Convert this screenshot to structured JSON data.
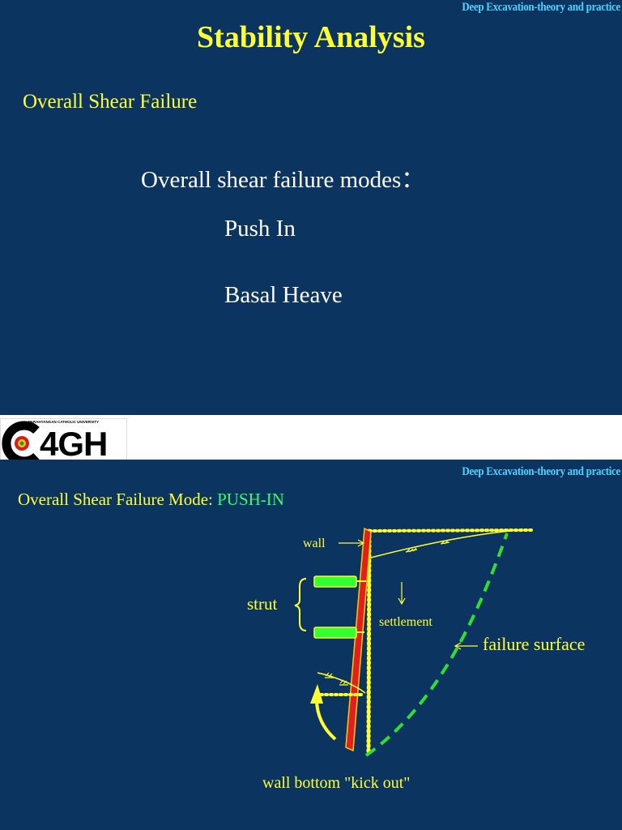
{
  "header": {
    "tag": "Deep Excavation-theory and practice"
  },
  "slide1": {
    "title": "Stability Analysis",
    "subtitle": "Overall Shear Failure",
    "modes_heading": "Overall shear failure modes：",
    "modes": [
      "Push In",
      "Basal Heave"
    ]
  },
  "logo": {
    "text": "4GH",
    "caption": "PARAHYANGAN CATHOLIC UNIVERSITY"
  },
  "slide2": {
    "mode_label": "Overall Shear Failure Mode: ",
    "mode_value": "PUSH-IN",
    "diagram": {
      "wall": "wall",
      "strut": "strut",
      "settlement": "settlement",
      "failure_surface": "failure surface",
      "kick_out": "wall bottom \"kick out\""
    }
  },
  "colors": {
    "background": "#0b3560",
    "title": "#ffff33",
    "header_tag": "#4fd3ff",
    "accent_green": "#33ff66",
    "wall_red": "#e02020"
  }
}
